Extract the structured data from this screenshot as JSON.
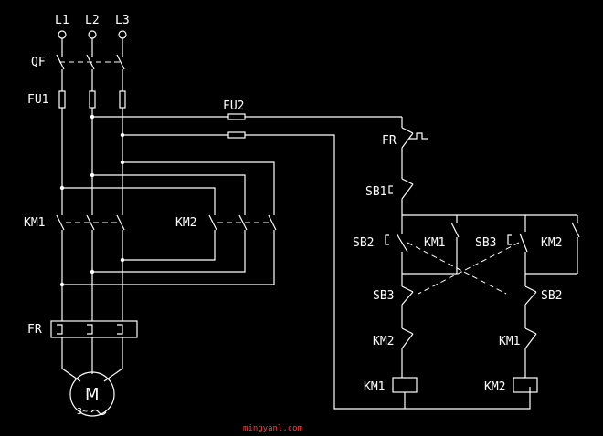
{
  "labels": {
    "l1": "L1",
    "l2": "L2",
    "l3": "L3",
    "qf": "QF",
    "fu1": "FU1",
    "fu2": "FU2",
    "km1_main": "KM1",
    "km2_main": "KM2",
    "fr_main": "FR",
    "motor": "M",
    "motor_phase": "3~",
    "fr_ctrl": "FR",
    "sb1": "SB1",
    "sb2_top": "SB2",
    "km1_aux": "KM1",
    "sb3_top": "SB3",
    "km2_aux": "KM2",
    "sb3_mid": "SB3",
    "sb2_mid": "SB2",
    "km2_interlock": "KM2",
    "km1_interlock": "KM1",
    "km1_coil": "KM1",
    "km2_coil": "KM2"
  },
  "watermark": "mingyanl.com",
  "colors": {
    "background": "#000000",
    "line": "#ffffff",
    "watermark": "#ff4040"
  }
}
